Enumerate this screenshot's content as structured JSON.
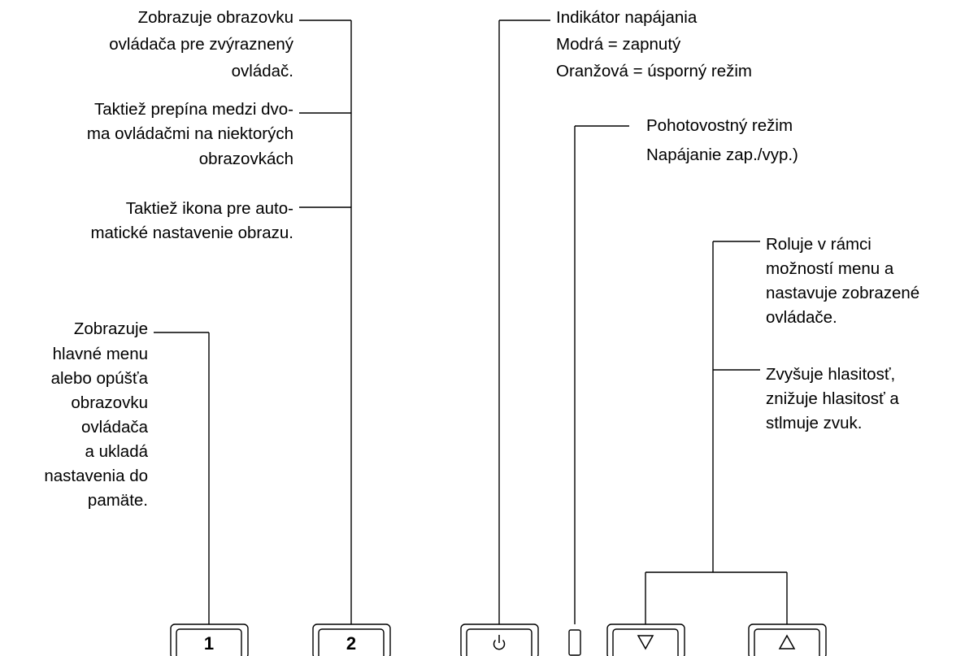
{
  "callouts": {
    "controls_screen": [
      "Zobrazuje obrazovku",
      "ovládača pre zvýraznený",
      "ovládač."
    ],
    "switch_controls": [
      "Taktiež prepína medzi dvo-",
      "ma ovládačmi na niektorých",
      "obrazovkách"
    ],
    "auto_adjust": [
      "Taktiež ikona pre auto-",
      "matické nastavenie obrazu."
    ],
    "main_menu": [
      "Zobrazuje",
      "hlavné menu",
      "alebo opúšťa",
      "obrazovku",
      "ovládača",
      "a ukladá",
      "nastavenia do",
      "pamäte."
    ],
    "power_indicator": [
      "Indikátor napájania",
      "Modrá = zapnutý",
      "Oranžová = úsporný režim"
    ],
    "standby": [
      "Pohotovostný režim",
      "Napájanie zap./vyp.)"
    ],
    "scroll_menu": [
      "Roluje v rámci",
      "možností menu a",
      "nastavuje zobrazené",
      "ovládače."
    ],
    "volume": [
      "Zvyšuje hlasitosť,",
      "znižuje hlasitosť a",
      "stlmuje zvuk."
    ]
  },
  "buttons": {
    "btn1_label": "1",
    "btn2_label": "2",
    "power_icon": "power-icon",
    "down_icon": "triangle-down-icon",
    "up_icon": "triangle-up-icon"
  }
}
